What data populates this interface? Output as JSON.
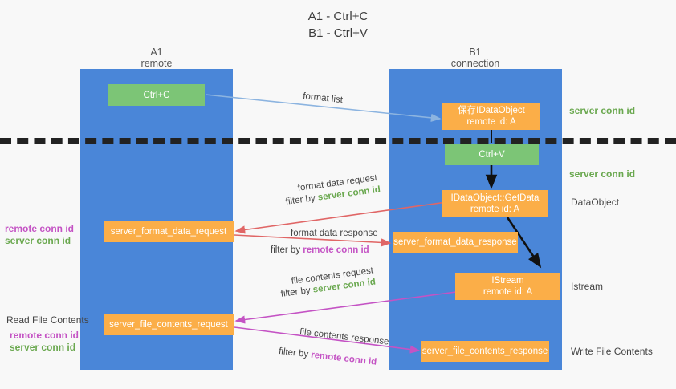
{
  "title": {
    "line1": "A1 - Ctrl+C",
    "line2": "B1 - Ctrl+V"
  },
  "lanes": [
    {
      "id": "a1",
      "name": "A1",
      "sub": "remote"
    },
    {
      "id": "b1",
      "name": "B1",
      "sub": "connection"
    }
  ],
  "colors": {
    "lane": "#4a86d8",
    "green_box": "#7cc576",
    "orange_box": "#fbae48",
    "server_conn_id": "#6aa84f",
    "remote_conn_id": "#c453c4",
    "format_list_arrow": "#8cb4e0",
    "format_data_arrow": "#e06666",
    "file_contents_arrow": "#c453c4",
    "flow_arrow": "#111111",
    "divider": "#222222"
  },
  "boxes": {
    "ctrl_c": {
      "line1": "Ctrl+C"
    },
    "ctrl_v": {
      "line1": "Ctrl+V"
    },
    "idataobject": {
      "line1": "保存IDataObject",
      "line2": "remote id: A"
    },
    "getdata": {
      "line1": "IDataObject::GetData",
      "line2": "remote id: A"
    },
    "istream": {
      "line1": "IStream",
      "line2": "remote id: A"
    },
    "server_format_data_request": {
      "line1": "server_format_data_request"
    },
    "server_format_data_response": {
      "line1": "server_format_data_response"
    },
    "server_file_contents_request": {
      "line1": "server_file_contents_request"
    },
    "server_file_contents_response": {
      "line1": "server_file_contents_response"
    }
  },
  "annotations": {
    "format_list": "format list",
    "format_data_request": "format data request",
    "format_data_request_filter_prefix": "filter by ",
    "format_data_request_filter_value": "server conn id",
    "format_data_response": "format data response",
    "format_data_response_filter_prefix": "filter by ",
    "format_data_response_filter_value": "remote conn id",
    "file_contents_request": "file contents request",
    "file_contents_request_filter_prefix": "filter by ",
    "file_contents_request_filter_value": "server conn id",
    "file_contents_response": "file contents response",
    "file_contents_response_filter_prefix": "filter by ",
    "file_contents_response_filter_value": "remote conn id"
  },
  "right_labels": {
    "server_conn_id_top": "server conn id",
    "server_conn_id_mid": "server conn id",
    "dataobject": "DataObject",
    "istream": "Istream",
    "write_file_contents": "Write File Contents"
  },
  "left_labels": {
    "remote_conn_id_mid": "remote conn id",
    "server_conn_id_mid": "server conn id",
    "read_file_contents": "Read File Contents",
    "remote_conn_id_low": "remote conn id",
    "server_conn_id_low": "server conn id"
  }
}
